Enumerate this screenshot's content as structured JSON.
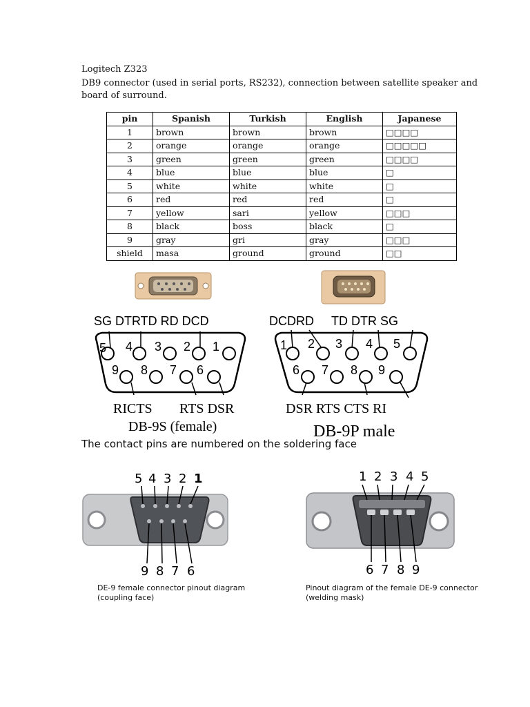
{
  "doc": {
    "title": "Logitech Z323",
    "intro": "DB9 connector (used in serial ports, RS232), connection between satellite speaker and board of surround."
  },
  "table": {
    "headers": [
      "pin",
      "Spanish",
      "Turkish",
      "English",
      "Japanese"
    ],
    "rows": [
      [
        "1",
        "brown",
        "brown",
        "brown",
        "□□□□"
      ],
      [
        "2",
        "orange",
        "orange",
        "orange",
        "□□□□□"
      ],
      [
        "3",
        "green",
        "green",
        "green",
        "□□□□"
      ],
      [
        "4",
        "blue",
        "blue",
        "blue",
        "□"
      ],
      [
        "5",
        "white",
        "white",
        "white",
        "□"
      ],
      [
        "6",
        "red",
        "red",
        "red",
        "□"
      ],
      [
        "7",
        "yellow",
        "sari",
        "yellow",
        "□□□"
      ],
      [
        "8",
        "black",
        "boss",
        "black",
        "□"
      ],
      [
        "9",
        "gray",
        "gri",
        "gray",
        "□□□"
      ],
      [
        "shield",
        "masa",
        "ground",
        "ground",
        "□□"
      ]
    ]
  },
  "diagram": {
    "female": {
      "top_signals": "SG DTRTD RD DCD",
      "top_pins": [
        "5",
        "4",
        "3",
        "2",
        "1"
      ],
      "bottom_pins": [
        "9",
        "8",
        "7",
        "6"
      ],
      "bottom_left": "RICTS",
      "bottom_right": "RTS DSR",
      "name": "DB-9S (female)"
    },
    "male": {
      "top_signals_left": "DCDRD",
      "top_signals_right": "TD DTR SG",
      "top_pins": [
        "1",
        "2",
        "3",
        "4",
        "5"
      ],
      "bottom_pins": [
        "6",
        "7",
        "8",
        "9"
      ],
      "bottom_labels": "DSR RTS CTS RI",
      "name": "DB-9P male"
    }
  },
  "caption": "The contact pins are numbered on the soldering face",
  "photos": {
    "left": {
      "top_numbers": [
        "5",
        "4",
        "3",
        "2",
        "1"
      ],
      "bottom_numbers": [
        "9",
        "8",
        "7",
        "6"
      ],
      "caption_line1": "DE-9 female connector pinout diagram",
      "caption_line2": "(coupling face)"
    },
    "right": {
      "top_numbers": [
        "1",
        "2",
        "3",
        "4",
        "5"
      ],
      "bottom_numbers": [
        "6",
        "7",
        "8",
        "9"
      ],
      "caption_line1": "Pinout diagram of the female DE-9 connector",
      "caption_line2": "(welding mask)"
    }
  }
}
